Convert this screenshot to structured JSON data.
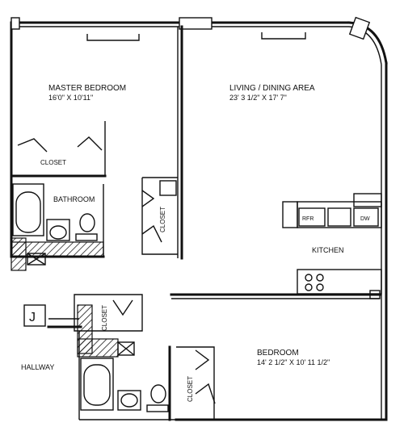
{
  "rooms": {
    "master_bedroom": {
      "name": "MASTER BEDROOM",
      "dims": "16'0\" X 10'11\""
    },
    "living_dining": {
      "name": "LIVING / DINING AREA",
      "dims": "23' 3 1/2\" X 17' 7\""
    },
    "bathroom_1": {
      "name": "BATHROOM"
    },
    "kitchen": {
      "name": "KITCHEN"
    },
    "bedroom": {
      "name": "BEDROOM",
      "dims": "14' 2 1/2\" X 10' 11 1/2\""
    },
    "hallway": {
      "name": "HALLWAY"
    }
  },
  "closets": {
    "master_closet": "CLOSET",
    "hall_closet": "CLOSET",
    "second_closet": "CLOSET",
    "bedroom_closet": "CLOSET"
  },
  "appliances": {
    "refrigerator": "RFR",
    "dishwasher": "DW"
  },
  "elevator_marker": "J"
}
